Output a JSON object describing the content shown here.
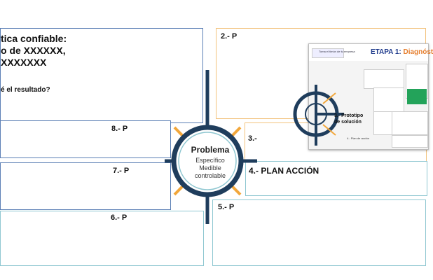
{
  "boxes": {
    "p1": {
      "title": "tica confiable:\no de XXXXXX,\nXXXXXXX",
      "question": "é el resultado?"
    },
    "p2": {
      "label": "2.- P"
    },
    "p3": {
      "label": "3.-"
    },
    "p4": {
      "label": "4.- PLAN ACCIÓN"
    },
    "p5": {
      "label": "5.- P"
    },
    "p6": {
      "label": "6.- P"
    },
    "p7": {
      "label": "7.- P"
    },
    "p8": {
      "label": "8.- P"
    }
  },
  "center": {
    "title": "Problema",
    "line1": "Específico",
    "line2": "Medible",
    "line3": "controlable"
  },
  "thumbnail": {
    "header_subtitle": "Toma el timón de tu empresa",
    "title_main": "ETAPA 1: ",
    "title_accent": "Diagnóst",
    "prototype": "3.- Prototipo\nde solución",
    "plan": "4.- Plan de acción"
  },
  "colors": {
    "wheel": "#1f3d5c",
    "accent": "#f2a73b",
    "box_blue": "#5b7fb5",
    "box_orange": "#f2c27c",
    "box_teal": "#8fc7d1"
  }
}
